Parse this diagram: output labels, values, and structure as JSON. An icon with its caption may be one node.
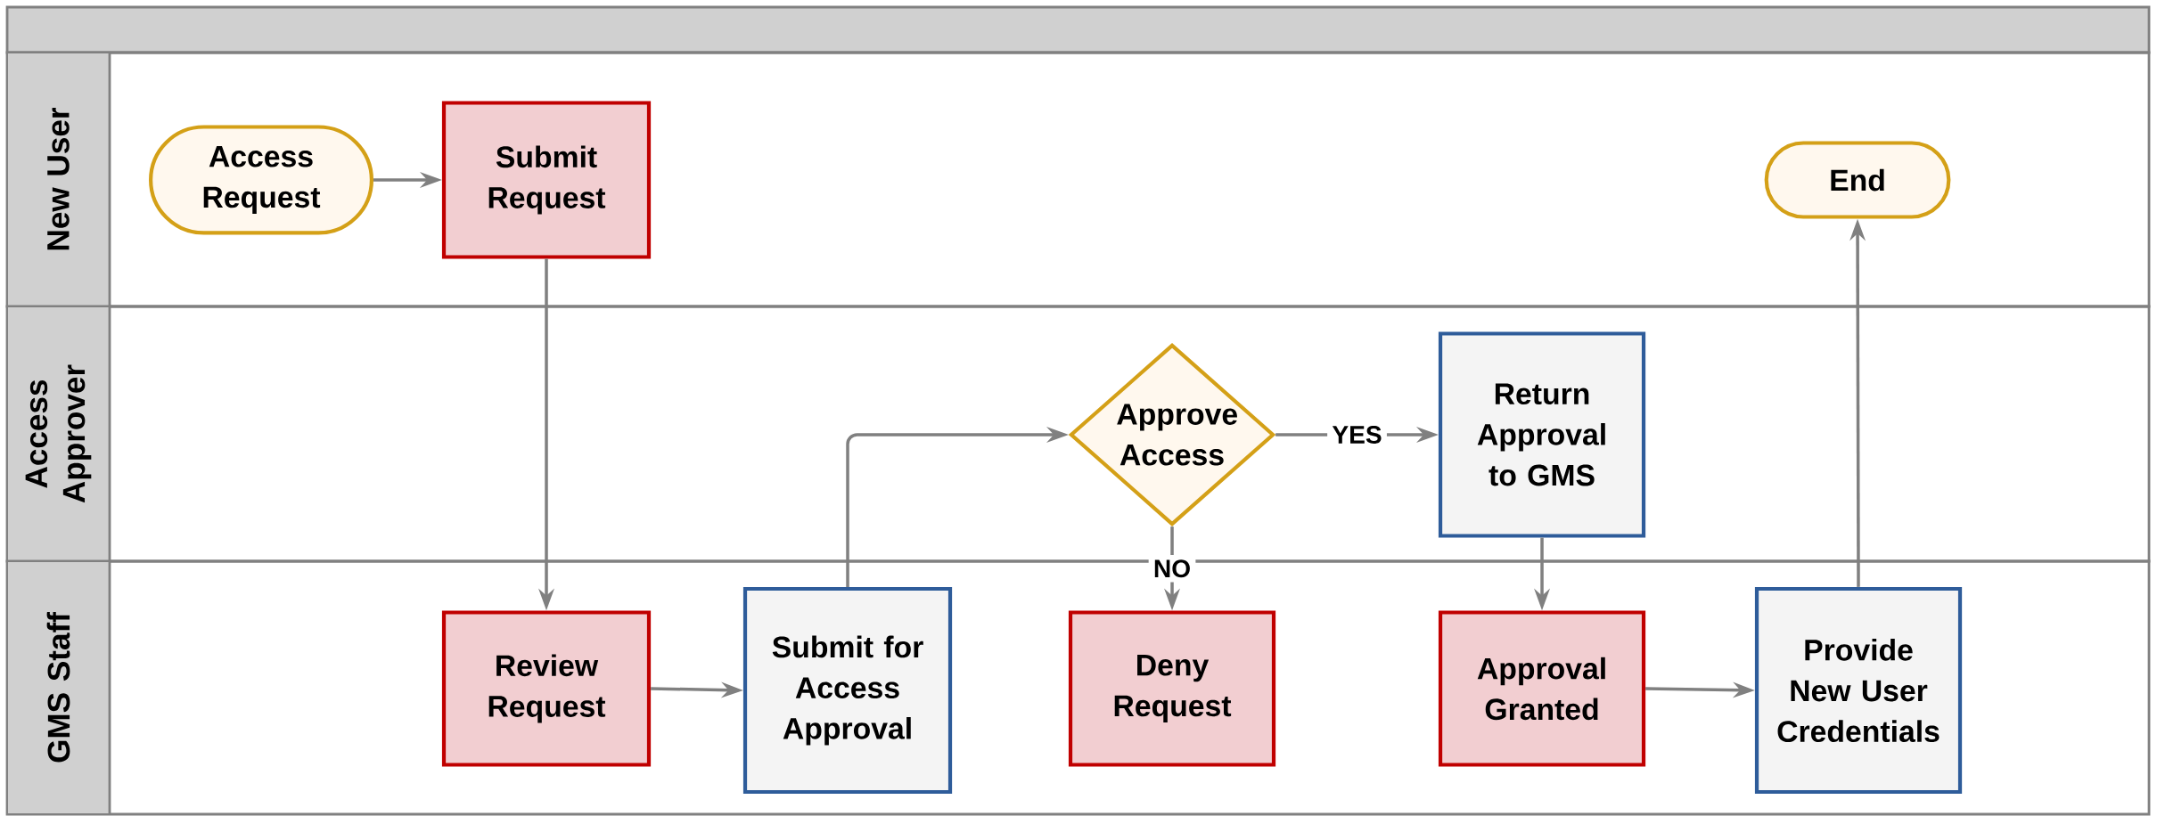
{
  "diagram": {
    "nodes": [
      {
        "text": [
          "New User"
        ]
      },
      {
        "text": [
          "Access Request"
        ],
        "in": 0
      },
      {
        "text": [
          "Submit Request"
        ],
        "in": 0
      },
      {
        "text": [
          "End"
        ],
        "in": 0
      },
      {
        "text": [
          "Access Approver"
        ]
      },
      {
        "text": [
          "Approve Access"
        ],
        "in": 4
      },
      {
        "text": [
          "Return Approval to GMS"
        ],
        "in": 4
      },
      {
        "text": [
          "GMS Staff"
        ]
      },
      {
        "text": [
          "Review Request"
        ],
        "in": 7
      },
      {
        "text": [
          "Submit for Access Approval"
        ],
        "in": 7
      },
      {
        "text": [
          "Deny Request"
        ],
        "in": 7
      },
      {
        "text": [
          "Approval Granted"
        ],
        "in": 7
      },
      {
        "text": [
          "Provide New User Credentials"
        ],
        "in": 7
      }
    ],
    "edges": [
      {
        "from": 1,
        "to": 2,
        "arrow": "to"
      },
      {
        "from": 2,
        "to": 8,
        "arrow": "to"
      },
      {
        "from": 8,
        "to": 9,
        "arrow": "to"
      },
      {
        "from": 9,
        "to": 5,
        "arrow": "to"
      },
      {
        "from": 5,
        "to": 6,
        "arrow": "to",
        "label": "YES"
      },
      {
        "from": 5,
        "to": 10,
        "arrow": "to",
        "label": "NO"
      },
      {
        "from": 6,
        "to": 11,
        "arrow": "to"
      },
      {
        "from": 11,
        "to": 12,
        "arrow": "to"
      },
      {
        "from": 12,
        "to": 3,
        "arrow": "to"
      }
    ]
  }
}
